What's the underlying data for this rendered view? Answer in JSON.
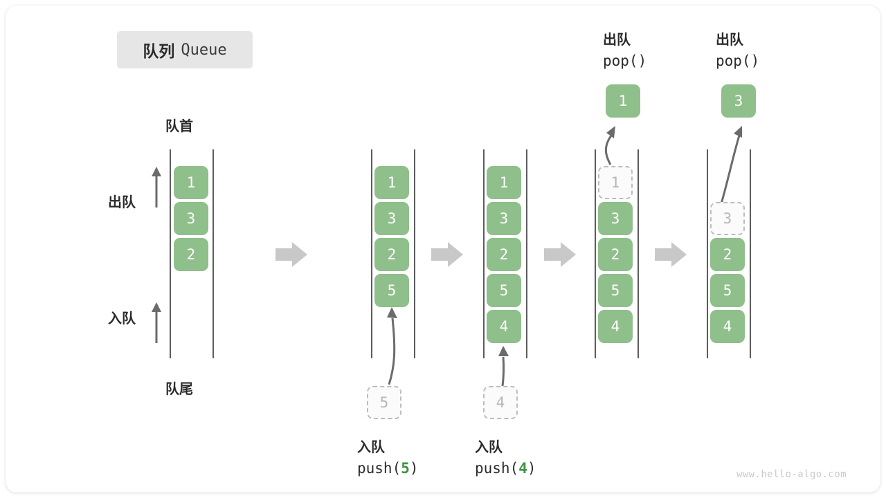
{
  "title": {
    "cn": "队列",
    "en": "Queue"
  },
  "labels": {
    "front": "队首",
    "rear": "队尾",
    "dequeue": "出队",
    "enqueue": "入队",
    "pop_call": "pop()"
  },
  "watermark": "www.hello-algo.com",
  "colors": {
    "cell_fill": "#8fbf8a",
    "cell_text": "#ffffff",
    "ghost_border": "#bdbdbd",
    "ghost_text": "#b6b6b6",
    "rail": "#5c5c5c",
    "arrow": "#6b6b6b",
    "step_arrow": "#c8c8c8",
    "badge_bg": "#e6e6e6",
    "accent_green": "#3f9142",
    "text": "#2b2b2b"
  },
  "steps": [
    {
      "id": "initial",
      "cells": [
        {
          "value": "1",
          "state": "filled"
        },
        {
          "value": "3",
          "state": "filled"
        },
        {
          "value": "2",
          "state": "filled"
        }
      ]
    },
    {
      "id": "after-push-5",
      "cells": [
        {
          "value": "1",
          "state": "filled"
        },
        {
          "value": "3",
          "state": "filled"
        },
        {
          "value": "2",
          "state": "filled"
        },
        {
          "value": "5",
          "state": "filled"
        }
      ],
      "incoming": {
        "value": "5",
        "state": "ghost"
      },
      "caption_cn": "入队",
      "caption_code_prefix": "push(",
      "caption_code_value": "5",
      "caption_code_suffix": ")"
    },
    {
      "id": "after-push-4",
      "cells": [
        {
          "value": "1",
          "state": "filled"
        },
        {
          "value": "3",
          "state": "filled"
        },
        {
          "value": "2",
          "state": "filled"
        },
        {
          "value": "5",
          "state": "filled"
        },
        {
          "value": "4",
          "state": "filled"
        }
      ],
      "incoming": {
        "value": "4",
        "state": "ghost"
      },
      "caption_cn": "入队",
      "caption_code_prefix": "push(",
      "caption_code_value": "4",
      "caption_code_suffix": ")"
    },
    {
      "id": "after-pop-1",
      "cells": [
        {
          "value": "1",
          "state": "ghost"
        },
        {
          "value": "3",
          "state": "filled"
        },
        {
          "value": "2",
          "state": "filled"
        },
        {
          "value": "5",
          "state": "filled"
        },
        {
          "value": "4",
          "state": "filled"
        }
      ],
      "popped": {
        "value": "1",
        "state": "filled"
      },
      "header_cn": "出队",
      "header_code": "pop()"
    },
    {
      "id": "after-pop-3",
      "cells": [
        {
          "value": "",
          "state": "empty"
        },
        {
          "value": "3",
          "state": "ghost"
        },
        {
          "value": "2",
          "state": "filled"
        },
        {
          "value": "5",
          "state": "filled"
        },
        {
          "value": "4",
          "state": "filled"
        }
      ],
      "popped": {
        "value": "3",
        "state": "filled"
      },
      "header_cn": "出队",
      "header_code": "pop()"
    }
  ]
}
